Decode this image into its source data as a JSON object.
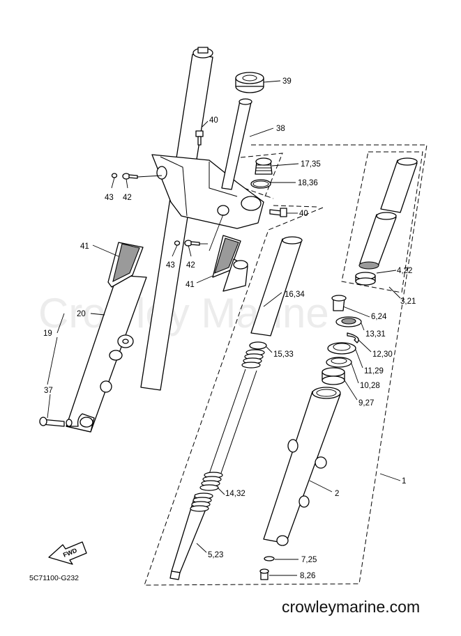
{
  "watermark": "Crowley Marine",
  "diagram_code": "5C71100-G232",
  "direction_label": "FWD",
  "footer_site": "crowleymarine.com",
  "callouts": {
    "c1": "1",
    "c2": "2",
    "c3_21": "3,21",
    "c4_22": "4,22",
    "c5_23": "5,23",
    "c6_24": "6,24",
    "c7_25": "7,25",
    "c8_26": "8,26",
    "c9_27": "9,27",
    "c10_28": "10,28",
    "c11_29": "11,29",
    "c12_30": "12,30",
    "c13_31": "13,31",
    "c14_32": "14,32",
    "c15_33": "15,33",
    "c16_34": "16,34",
    "c17_35": "17,35",
    "c18_36": "18,36",
    "c19": "19",
    "c20": "20",
    "c37": "37",
    "c38": "38",
    "c39": "39",
    "c40a": "40",
    "c40b": "40",
    "c41a": "41",
    "c41b": "41",
    "c42a": "42",
    "c42b": "42",
    "c43a": "43",
    "c43b": "43"
  }
}
